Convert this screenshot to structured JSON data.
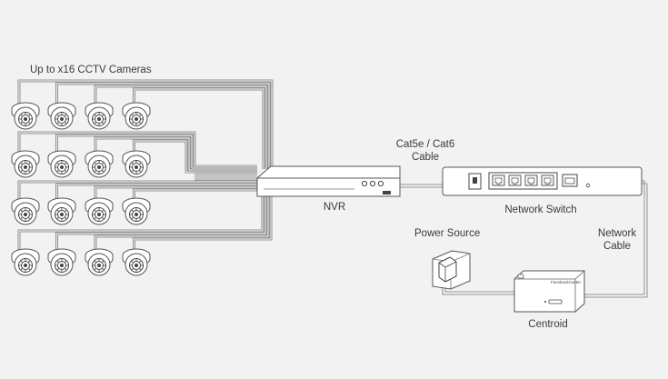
{
  "labels": {
    "cameras": "Up to x16 CCTV Cameras",
    "cable_line1": "Cat5e / Cat6",
    "cable_line2": "Cable",
    "nvr": "NVR",
    "switch": "Network Switch",
    "power": "Power Source",
    "network_line1": "Network",
    "network_line2": "Cable",
    "centroid": "Centroid",
    "brand": "FacebookCaster"
  },
  "colors": {
    "background": "#f2f2f2",
    "line": "#666666",
    "device_fill": "#ffffff"
  },
  "icons": {
    "camera": "dome-camera-icon",
    "nvr": "nvr-recorder-icon",
    "switch": "network-switch-icon",
    "plug": "power-plug-icon",
    "centroid": "centroid-hub-icon"
  }
}
